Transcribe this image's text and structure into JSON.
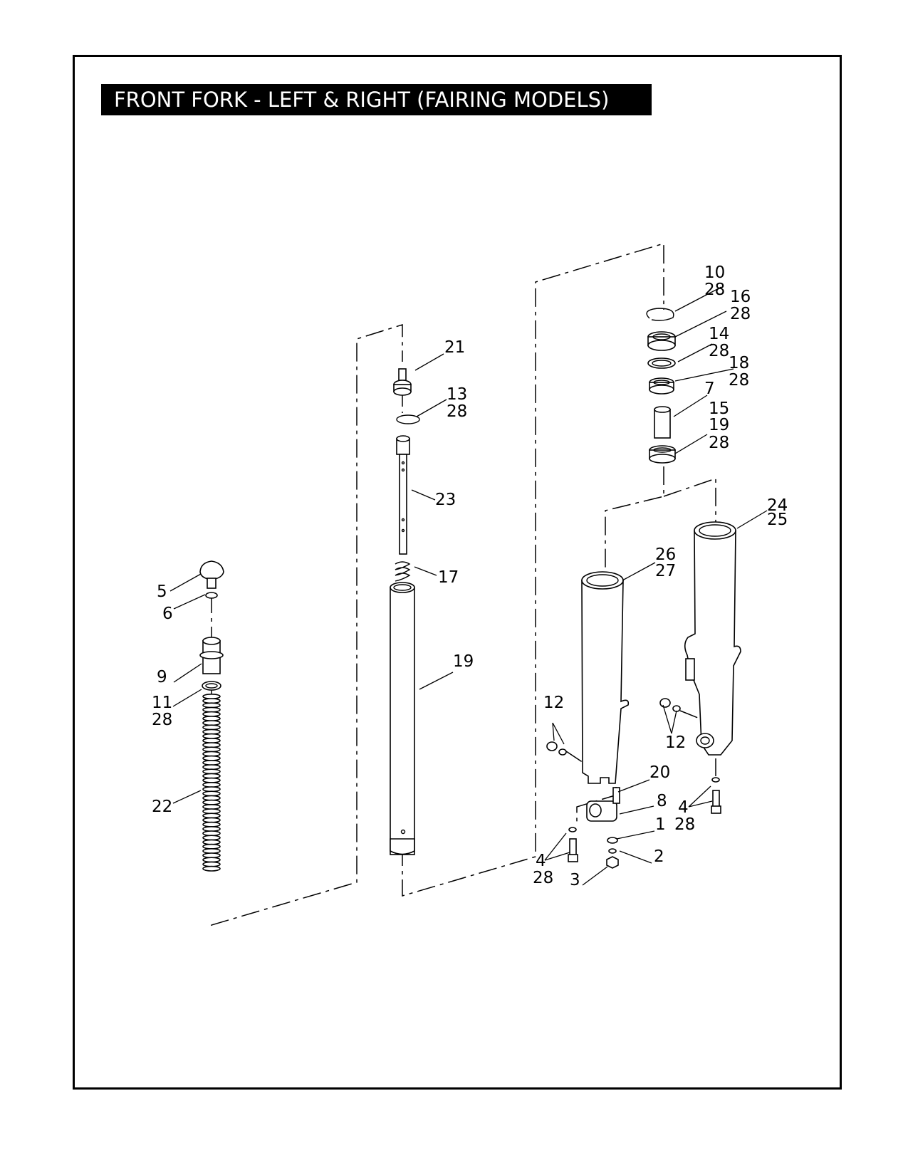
{
  "title": "FRONT FORK - LEFT & RIGHT (FAIRING MODELS)",
  "callouts": [
    {
      "id": "c-10",
      "text": "10"
    },
    {
      "id": "c-10-28",
      "text": "28"
    },
    {
      "id": "c-16",
      "text": "16"
    },
    {
      "id": "c-16-28",
      "text": "28"
    },
    {
      "id": "c-14",
      "text": "14"
    },
    {
      "id": "c-14-28",
      "text": "28"
    },
    {
      "id": "c-18",
      "text": "18"
    },
    {
      "id": "c-18-28",
      "text": "28"
    },
    {
      "id": "c-7",
      "text": "7"
    },
    {
      "id": "c-15",
      "text": "15"
    },
    {
      "id": "c-19a",
      "text": "19"
    },
    {
      "id": "c-19a-28",
      "text": "28"
    },
    {
      "id": "c-21",
      "text": "21"
    },
    {
      "id": "c-13",
      "text": "13"
    },
    {
      "id": "c-13-28",
      "text": "28"
    },
    {
      "id": "c-23",
      "text": "23"
    },
    {
      "id": "c-17",
      "text": "17"
    },
    {
      "id": "c-19b",
      "text": "19"
    },
    {
      "id": "c-24",
      "text": "24"
    },
    {
      "id": "c-25",
      "text": "25"
    },
    {
      "id": "c-26",
      "text": "26"
    },
    {
      "id": "c-27",
      "text": "27"
    },
    {
      "id": "c-5",
      "text": "5"
    },
    {
      "id": "c-6",
      "text": "6"
    },
    {
      "id": "c-9",
      "text": "9"
    },
    {
      "id": "c-11",
      "text": "11"
    },
    {
      "id": "c-11-28",
      "text": "28"
    },
    {
      "id": "c-22",
      "text": "22"
    },
    {
      "id": "c-12a",
      "text": "12"
    },
    {
      "id": "c-12b",
      "text": "12"
    },
    {
      "id": "c-20",
      "text": "20"
    },
    {
      "id": "c-8",
      "text": "8"
    },
    {
      "id": "c-1",
      "text": "1"
    },
    {
      "id": "c-2",
      "text": "2"
    },
    {
      "id": "c-3",
      "text": "3"
    },
    {
      "id": "c-4a",
      "text": "4"
    },
    {
      "id": "c-4a-28",
      "text": "28"
    },
    {
      "id": "c-4b",
      "text": "4"
    },
    {
      "id": "c-4b-28",
      "text": "28"
    }
  ]
}
